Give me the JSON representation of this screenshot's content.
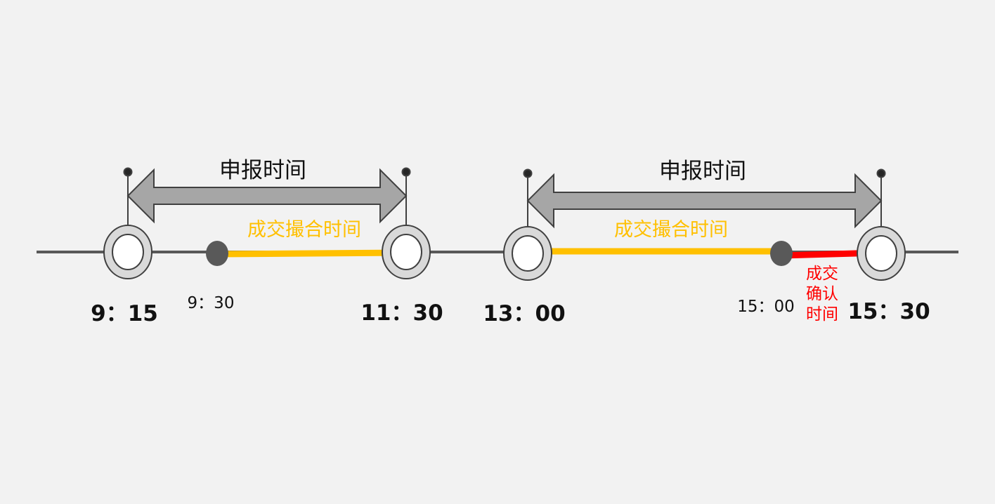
{
  "diagram": {
    "colors": {
      "background": "#f2f2f2",
      "axis": "#595959",
      "arrow_fill": "#a6a6a6",
      "arrow_stroke": "#404040",
      "matching": "#ffc000",
      "confirm": "#ff0000",
      "intermediate_dot": "#595959",
      "ring_outer": "#d9d9d9",
      "ring_inner": "#ffffff"
    },
    "declare_label_1": "申报时间",
    "declare_label_2": "申报时间",
    "matching_label_1": "成交撮合时间",
    "matching_label_2": "成交撮合时间",
    "confirm_label": [
      "成交",
      "确认",
      "时间"
    ],
    "times": {
      "t0915": "9：15",
      "t0930": "9：30",
      "t1130": "11：30",
      "t1300": "13：00",
      "t1500": "15：00",
      "t1530": "15：30"
    }
  }
}
